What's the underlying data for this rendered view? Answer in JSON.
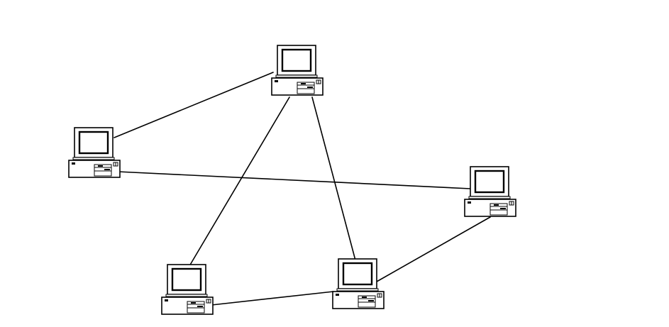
{
  "diagram": {
    "type": "network-topology",
    "node_kind": "desktop-computer-icon",
    "nodes": [
      {
        "id": "computer-top"
      },
      {
        "id": "computer-left"
      },
      {
        "id": "computer-right"
      },
      {
        "id": "computer-bottom-left"
      },
      {
        "id": "computer-bottom-right"
      }
    ],
    "links": [
      {
        "from": "computer-top",
        "to": "computer-left"
      },
      {
        "from": "computer-top",
        "to": "computer-bottom-left"
      },
      {
        "from": "computer-top",
        "to": "computer-bottom-right"
      },
      {
        "from": "computer-left",
        "to": "computer-right"
      },
      {
        "from": "computer-right",
        "to": "computer-bottom-right"
      },
      {
        "from": "computer-bottom-left",
        "to": "computer-bottom-right"
      }
    ],
    "colors": {
      "line": "#000000",
      "background": "#ffffff"
    }
  }
}
